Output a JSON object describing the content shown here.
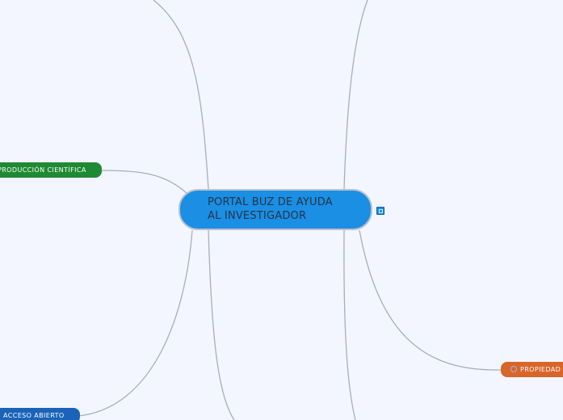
{
  "map": {
    "central_topic": {
      "line1": "PORTAL BUZ DE AYUDA",
      "line2": "AL INVESTIGADOR",
      "color": "#1a8fe3"
    },
    "topics": [
      {
        "label": "PRODUCCIÓN CIENTÍFICA",
        "color": "#1f8a34"
      },
      {
        "label": "ACCESO ABIERTO",
        "color": "#1a63b8"
      },
      {
        "label": "PROPIEDAD",
        "color": "#d8652a",
        "icon": "circle-arrow-icon"
      }
    ],
    "connector_color": "#a7aeb9",
    "background_color": "#f3f6fe"
  }
}
